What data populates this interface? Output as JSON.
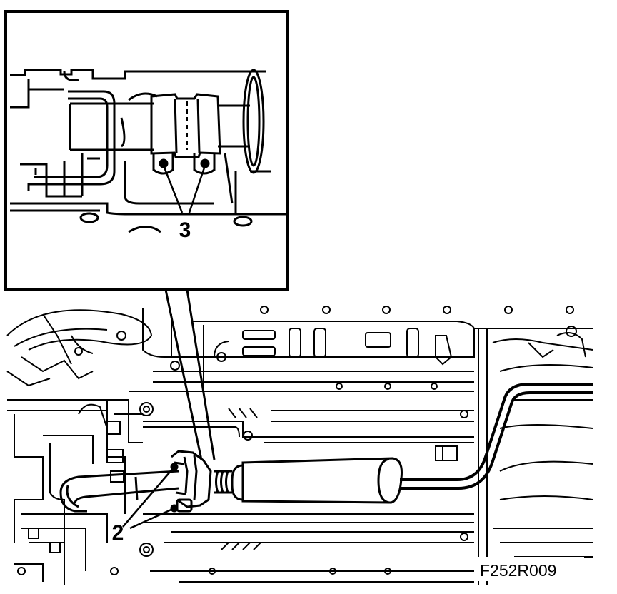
{
  "callouts": {
    "clamp_bolts": "3",
    "mounting_points": "2"
  },
  "figure_id": "F252R009",
  "colors": {
    "line": "#000000",
    "background": "#ffffff"
  }
}
